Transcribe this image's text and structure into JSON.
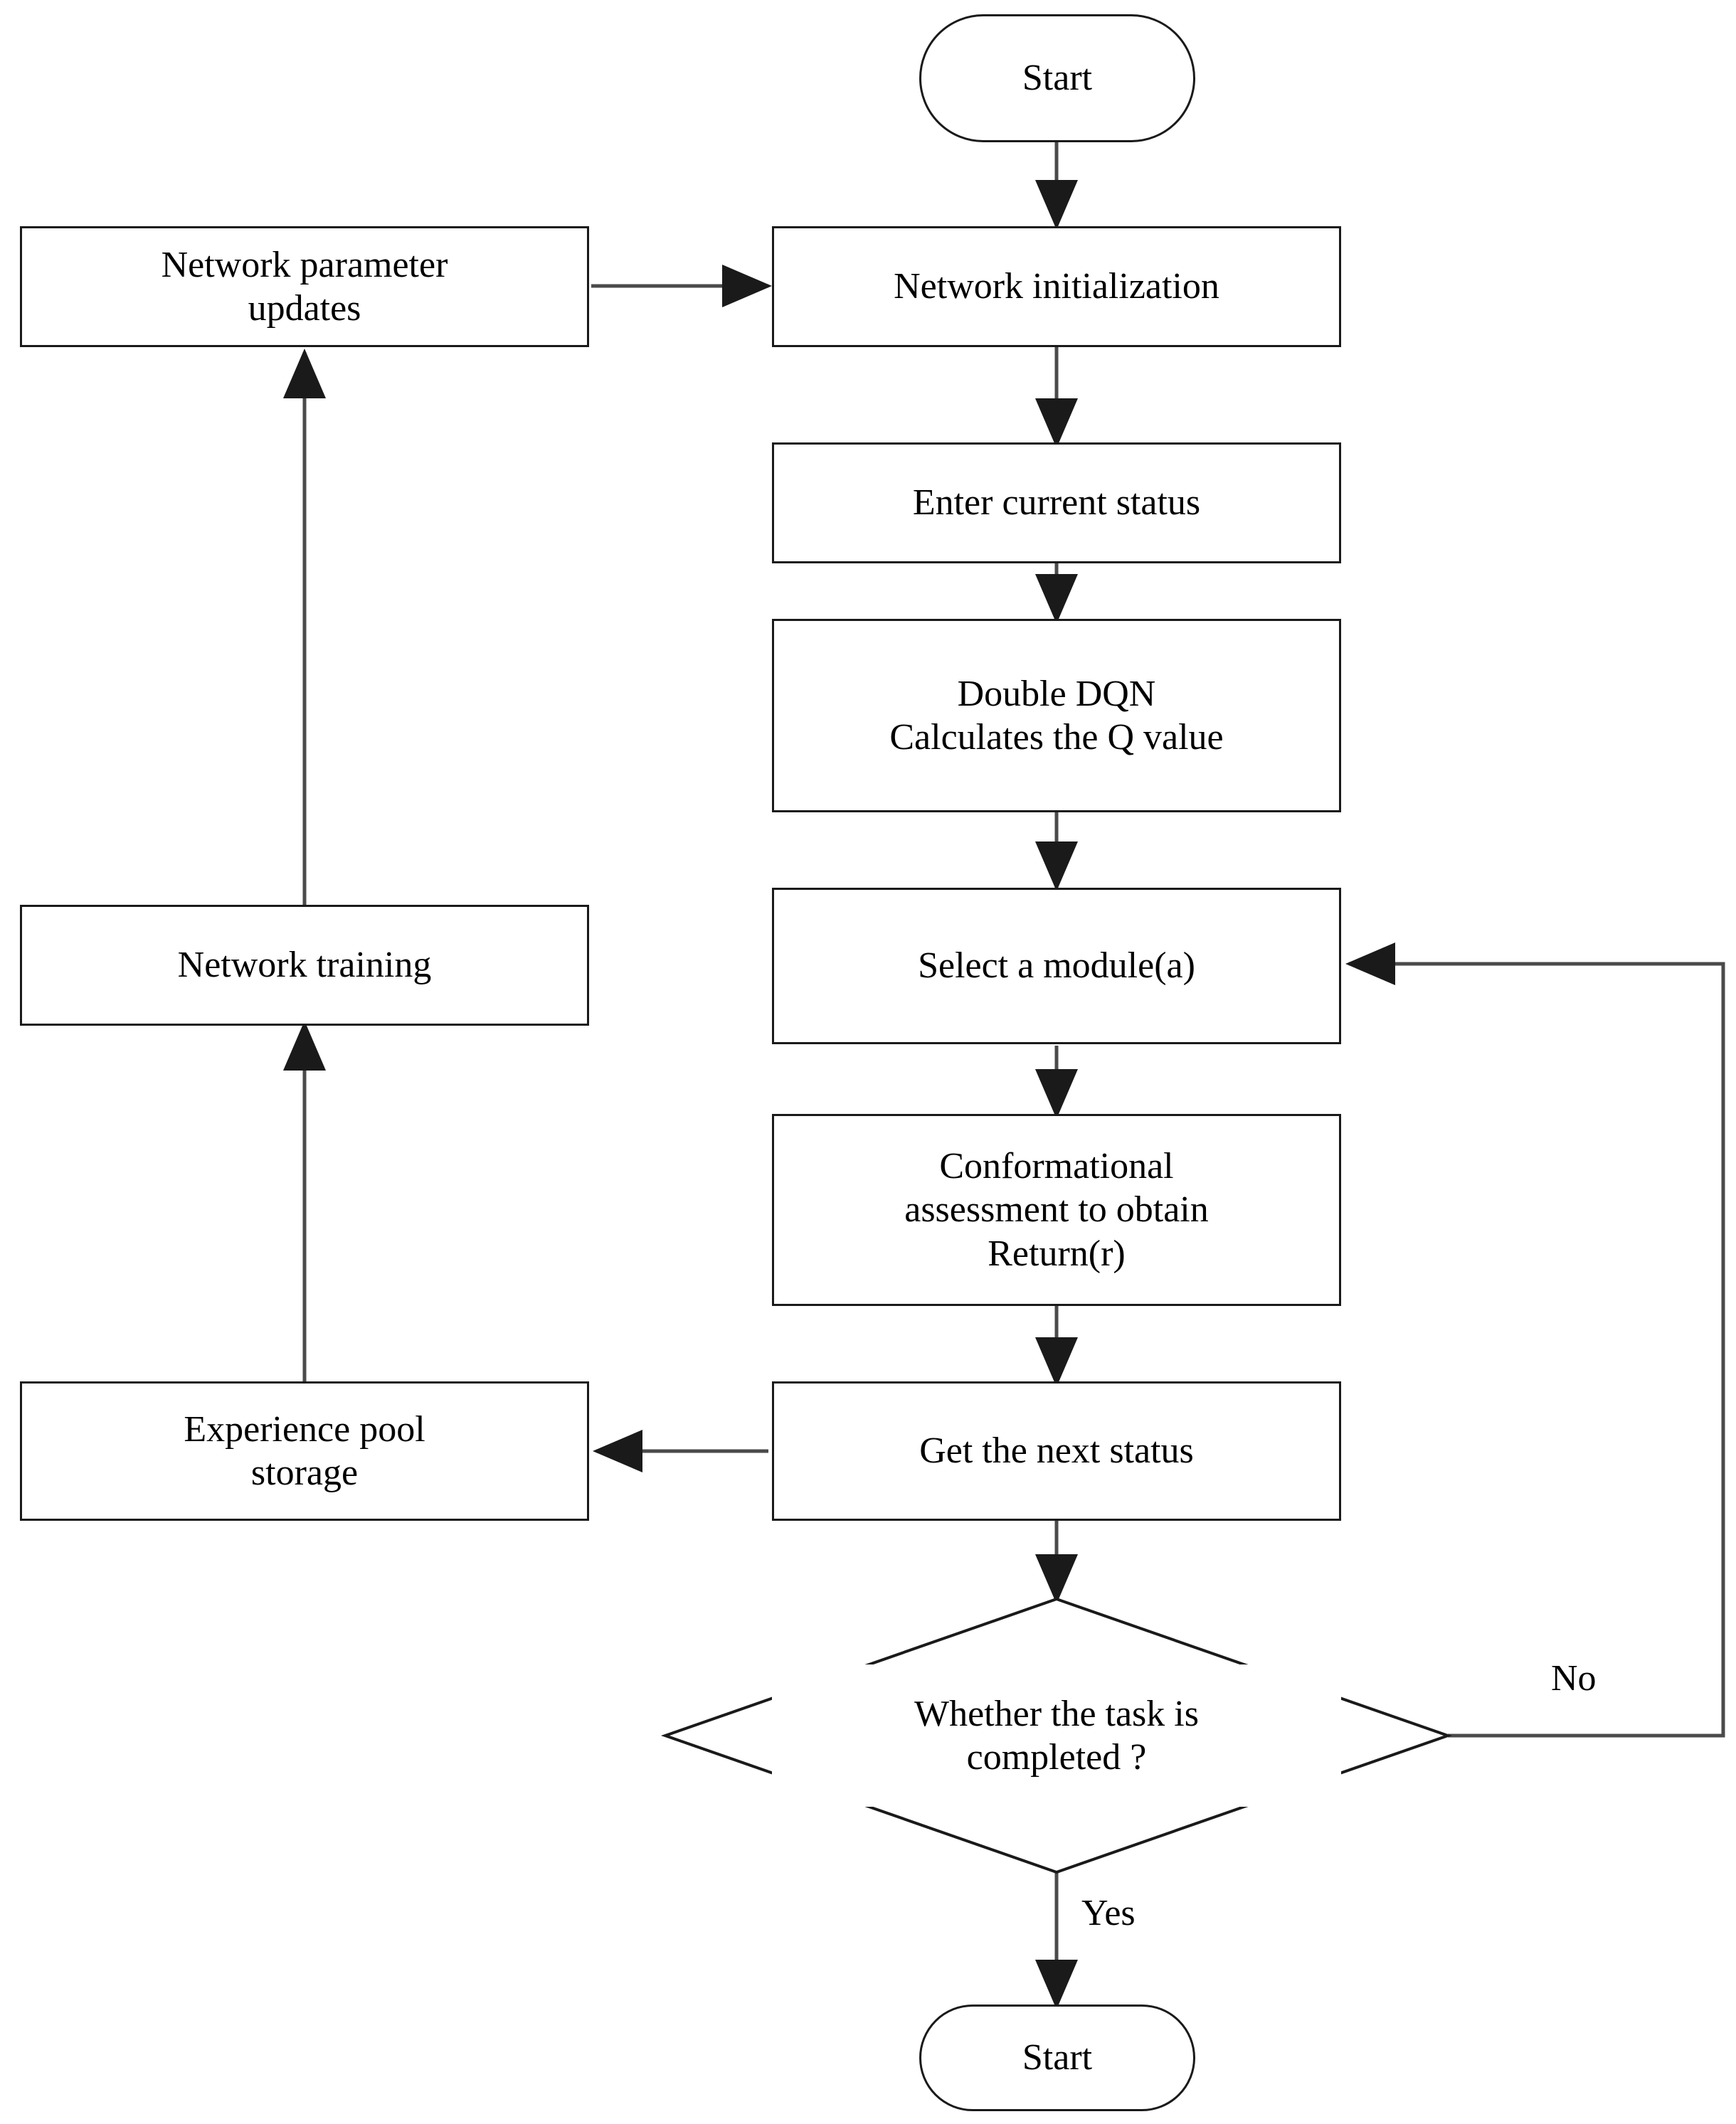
{
  "diagram": {
    "title": "Double DQN reinforcement learning flowchart",
    "type": "flowchart",
    "stroke_color": "#1a1a1a",
    "background_color": "#ffffff",
    "nodes": [
      {
        "id": "start_top",
        "shape": "terminator",
        "label": "Start"
      },
      {
        "id": "param_updates",
        "shape": "process",
        "label": "Network parameter updates"
      },
      {
        "id": "net_init",
        "shape": "process",
        "label": "Network initialization"
      },
      {
        "id": "enter_status",
        "shape": "process",
        "label": "Enter  current status"
      },
      {
        "id": "double_dqn",
        "shape": "process",
        "label": "Double DQN Calculates the Q value"
      },
      {
        "id": "net_training",
        "shape": "process",
        "label": "Network training"
      },
      {
        "id": "select_module",
        "shape": "process",
        "label": "Select a module(a)"
      },
      {
        "id": "conformational",
        "shape": "process",
        "label": "Conformational assessment to obtain Return(r)"
      },
      {
        "id": "exp_pool",
        "shape": "process",
        "label": "Experience pool storage"
      },
      {
        "id": "next_status",
        "shape": "process",
        "label": "Get the next status"
      },
      {
        "id": "decision",
        "shape": "decision",
        "label": "Whether the task is completed ?"
      },
      {
        "id": "start_bottom",
        "shape": "terminator",
        "label": "Start"
      }
    ],
    "node_lines": {
      "start_top": [
        "Start"
      ],
      "param_updates": [
        "Network parameter",
        "updates"
      ],
      "net_init": [
        "Network initialization"
      ],
      "enter_status": [
        "Enter  current status"
      ],
      "double_dqn": [
        "Double DQN",
        "Calculates the Q value"
      ],
      "net_training": [
        "Network training"
      ],
      "select_module": [
        "Select a module(a)"
      ],
      "conformational": [
        "Conformational",
        "assessment to obtain",
        "Return(r)"
      ],
      "exp_pool": [
        "Experience pool",
        "storage"
      ],
      "next_status": [
        "Get the next status"
      ],
      "decision": [
        "Whether the task is",
        "completed ?"
      ],
      "start_bottom": [
        "Start"
      ]
    },
    "edge_labels": {
      "no": "No",
      "yes": "Yes"
    },
    "edges": [
      {
        "from": "start_top",
        "to": "net_init",
        "label": ""
      },
      {
        "from": "param_updates",
        "to": "net_init",
        "label": ""
      },
      {
        "from": "net_init",
        "to": "enter_status",
        "label": ""
      },
      {
        "from": "enter_status",
        "to": "double_dqn",
        "label": ""
      },
      {
        "from": "double_dqn",
        "to": "select_module",
        "label": ""
      },
      {
        "from": "select_module",
        "to": "conformational",
        "label": ""
      },
      {
        "from": "conformational",
        "to": "next_status",
        "label": ""
      },
      {
        "from": "next_status",
        "to": "exp_pool",
        "label": ""
      },
      {
        "from": "next_status",
        "to": "decision",
        "label": ""
      },
      {
        "from": "exp_pool",
        "to": "net_training",
        "label": ""
      },
      {
        "from": "net_training",
        "to": "param_updates",
        "label": ""
      },
      {
        "from": "decision",
        "to": "select_module",
        "label": "No"
      },
      {
        "from": "decision",
        "to": "start_bottom",
        "label": "Yes"
      }
    ]
  }
}
